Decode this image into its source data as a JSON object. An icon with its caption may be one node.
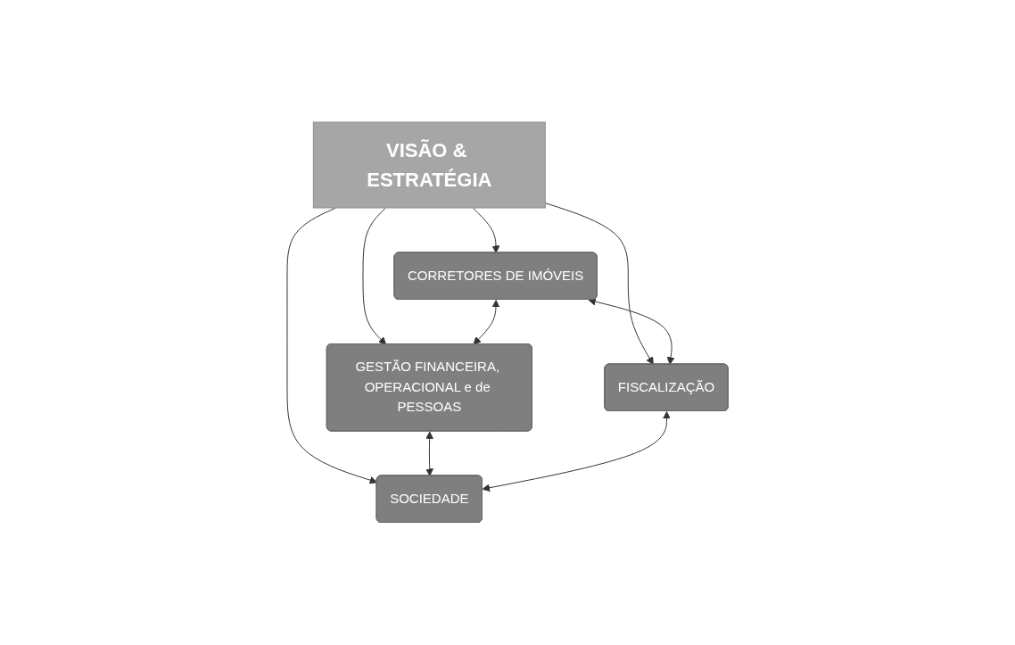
{
  "diagram": {
    "nodes": [
      {
        "text": [
          "CORRETORES DE IMÓVEIS"
        ]
      },
      {
        "text": [
          "GESTÃO FINANCEIRA, OPERACIONAL e de PESSOAS"
        ]
      },
      {
        "text": [
          "VISÃO & ESTRATÉGIA"
        ]
      },
      {
        "text": [
          "FISCALIZAÇÃO"
        ]
      },
      {
        "text": [
          "SOCIEDADE"
        ]
      }
    ],
    "edges": [
      {
        "from": 2,
        "to": 0,
        "arrow": "to"
      },
      {
        "from": 2,
        "to": 1,
        "arrow": "to"
      },
      {
        "from": 2,
        "to": 3,
        "arrow": "to"
      },
      {
        "from": 2,
        "to": 4,
        "arrow": "to"
      },
      {
        "from": 0,
        "to": 1,
        "arrow": "both"
      },
      {
        "from": 0,
        "to": 3,
        "arrow": "both"
      },
      {
        "from": 1,
        "to": 4,
        "arrow": "both"
      },
      {
        "from": 3,
        "to": 4,
        "arrow": "both"
      }
    ]
  }
}
